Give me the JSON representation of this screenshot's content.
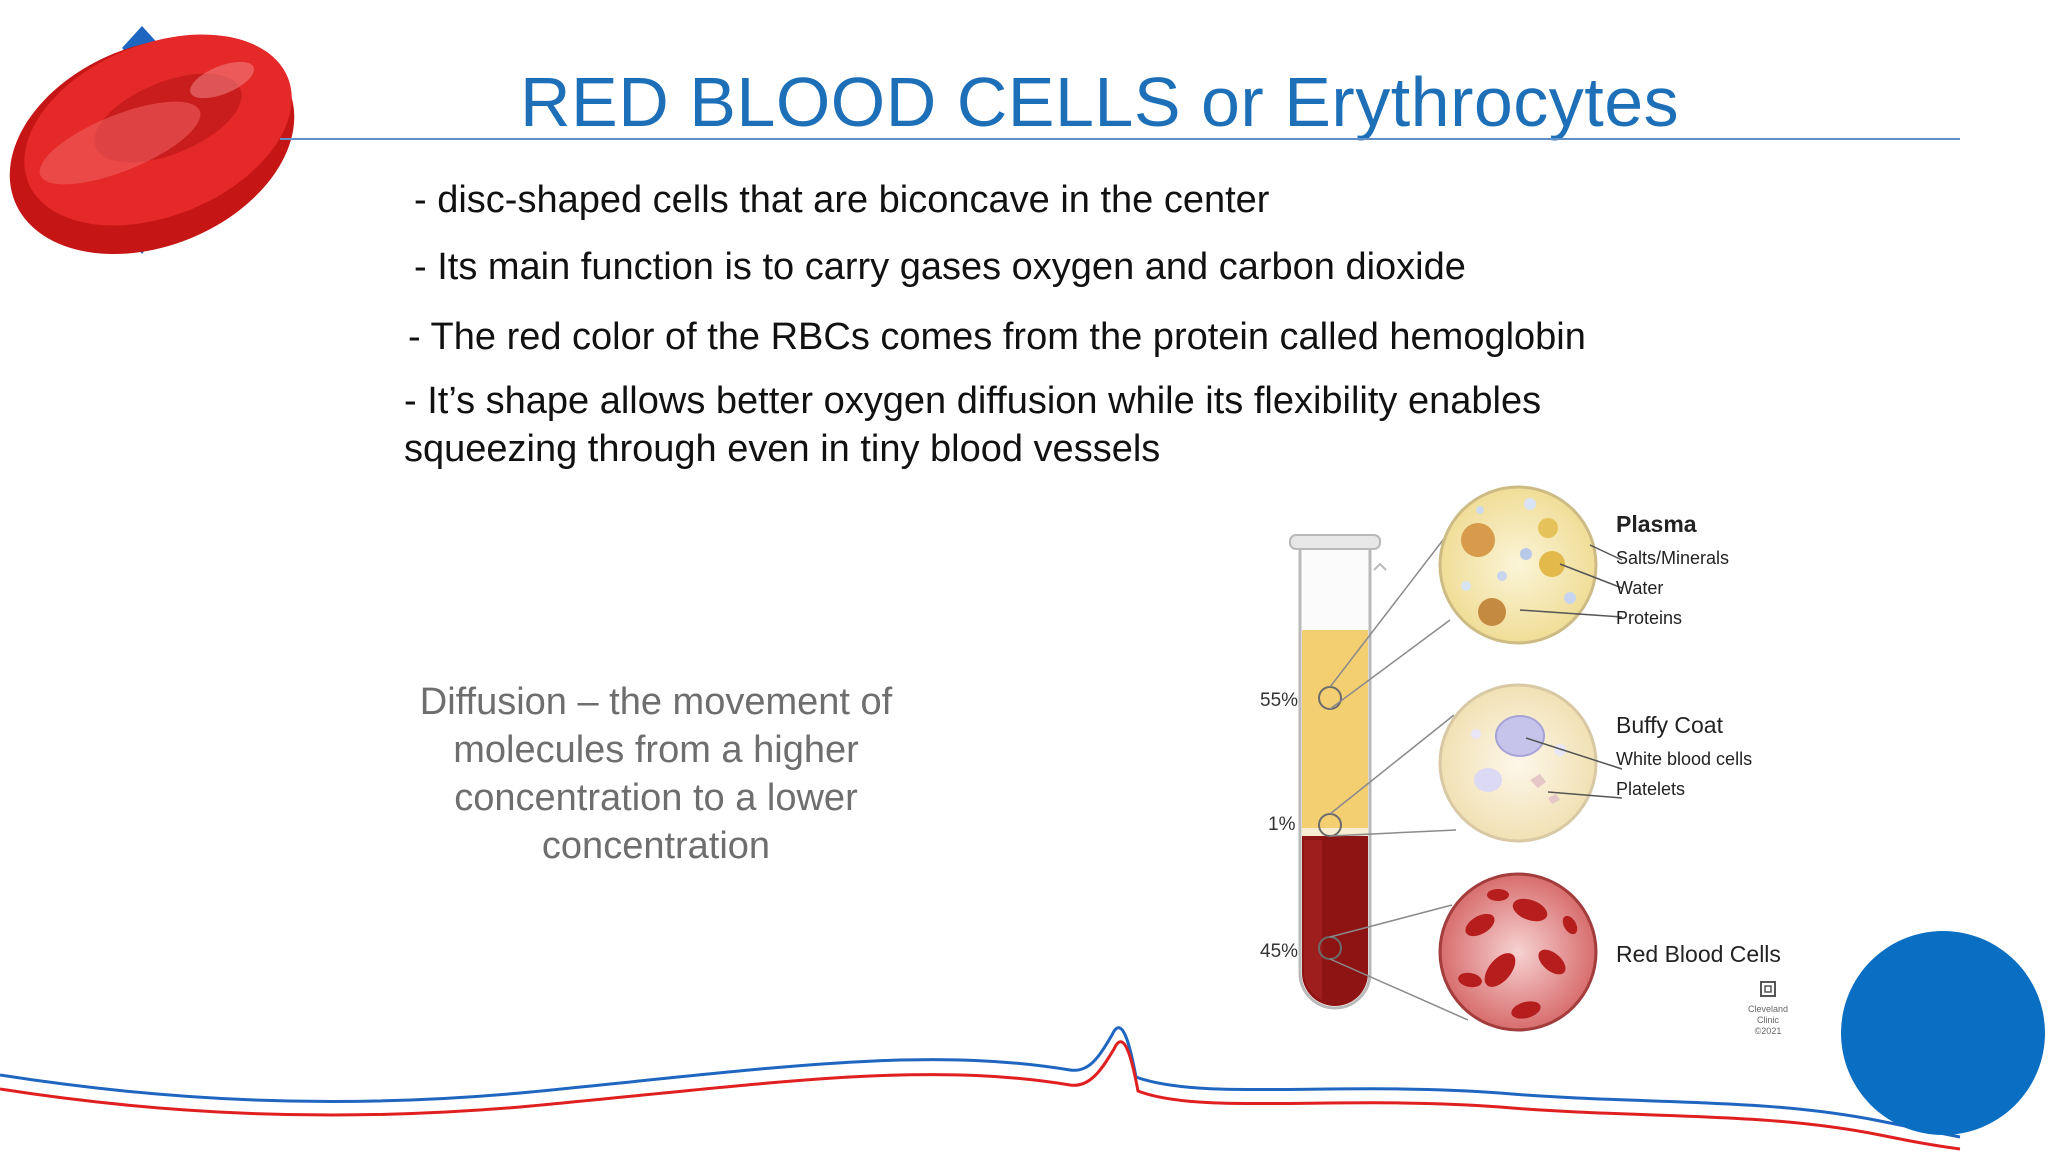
{
  "slide": {
    "title": "RED BLOOD CELLS or Erythrocytes",
    "bullets": [
      "- disc-shaped cells that are biconcave in the center",
      "- Its main function is to carry gases oxygen and carbon dioxide",
      "- The red color of the RBCs comes from the protein called hemoglobin",
      "- It’s shape allows better oxygen diffusion while its flexibility enables",
      "squeezing through even in tiny blood vessels"
    ],
    "diffusion_note": [
      "Diffusion – the movement of",
      "molecules from a higher",
      "concentration to a lower",
      "concentration"
    ]
  },
  "diagram": {
    "percent_plasma": "55%",
    "percent_buffy": "1%",
    "percent_rbc": "45%",
    "plasma_title": "Plasma",
    "plasma_items": [
      "Salts/Minerals",
      "Water",
      "Proteins"
    ],
    "buffy_title": "Buffy Coat",
    "buffy_items": [
      "White blood cells",
      "Platelets"
    ],
    "rbc_title": "Red Blood Cells",
    "credit": [
      "Cleveland",
      "Clinic",
      "©2021"
    ]
  },
  "colors": {
    "title_blue": "#1d6fb8",
    "accent_red": "#e02020",
    "circle_blue": "#0a6fc2",
    "plasma_yellow": "#f3cf72",
    "blood_red": "#8e1414"
  },
  "icons": {
    "rbc_illustration": "red-blood-cell-icon",
    "corner_circle": "blue-circle-decoration",
    "footer_wave": "heartbeat-wave-decoration",
    "clinic_logo": "cleveland-clinic-logo-icon"
  }
}
